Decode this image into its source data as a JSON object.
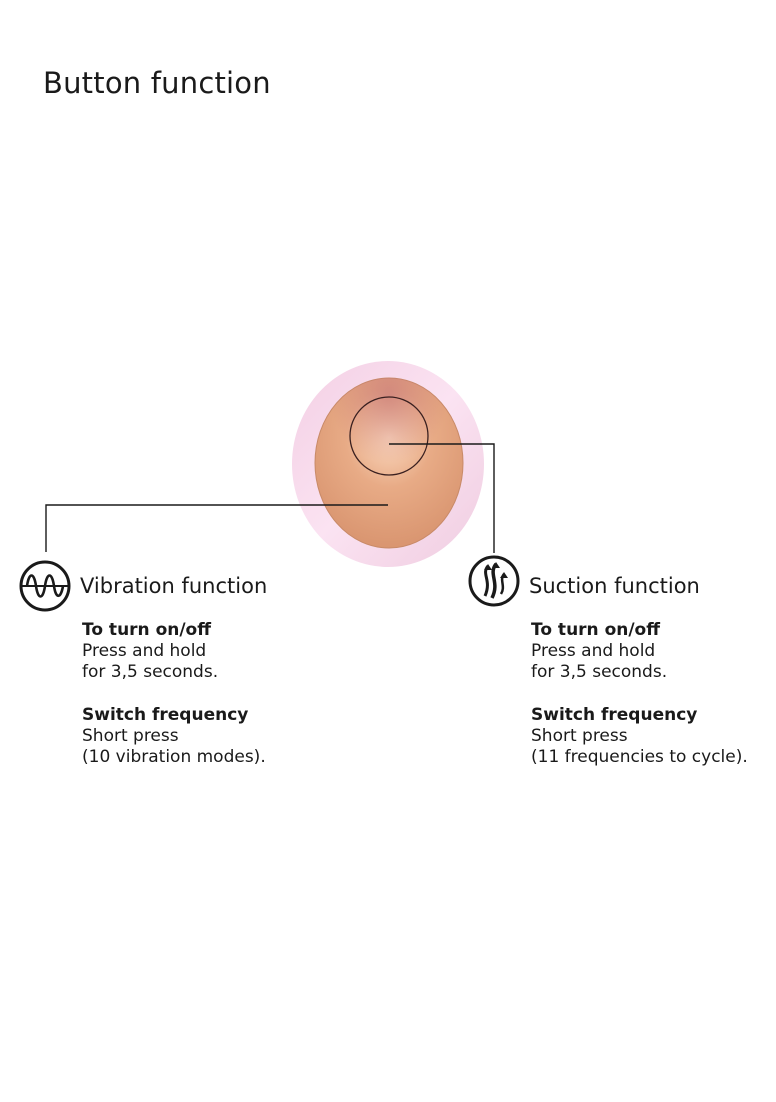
{
  "title": "Button function",
  "vibration": {
    "icon": "sine-wave-icon",
    "heading": "Vibration function",
    "on_off_heading": "To turn on/off",
    "on_off_line1": "Press and hold",
    "on_off_line2": "for 3,5 seconds.",
    "freq_heading": "Switch frequency",
    "freq_line1": "Short press",
    "freq_line2": "(10 vibration modes)."
  },
  "suction": {
    "icon": "suction-arrows-icon",
    "heading": "Suction function",
    "on_off_heading": "To turn on/off",
    "on_off_line1": "Press and hold",
    "on_off_line2": "for 3,5 seconds.",
    "freq_heading": "Switch frequency",
    "freq_line1": "Short press",
    "freq_line2": "(11 frequencies to cycle)."
  },
  "colors": {
    "outer_ring": "#f6d8ec",
    "copper": "#e2a47e",
    "line": "#1a1a1a"
  }
}
